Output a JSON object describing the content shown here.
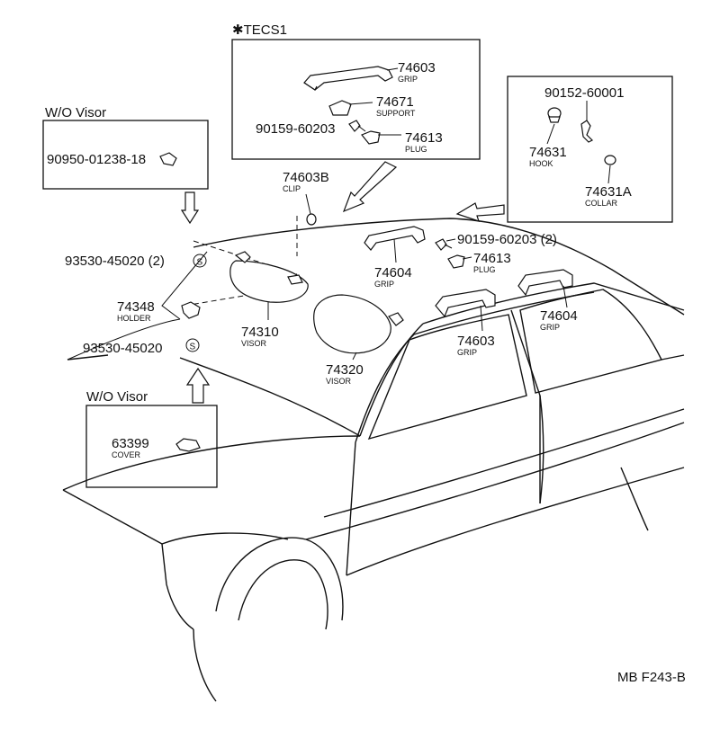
{
  "groups": {
    "tecs1": "✱TECS1",
    "wo_visor_top": "W/O Visor",
    "wo_visor_bottom": "W/O Visor"
  },
  "parts": {
    "p74603_top": {
      "number": "74603",
      "name": "GRIP"
    },
    "p74671": {
      "number": "74671",
      "name": "SUPPORT"
    },
    "p90159_box": {
      "number": "90159-60203"
    },
    "p74613_box": {
      "number": "74613",
      "name": "PLUG"
    },
    "p90152": {
      "number": "90152-60001"
    },
    "p74631": {
      "number": "74631",
      "name": "HOOK"
    },
    "p74631A": {
      "number": "74631A",
      "name": "COLLAR"
    },
    "p90950": {
      "number": "90950-01238-18"
    },
    "p74603B": {
      "number": "74603B",
      "name": "CLIP"
    },
    "p90159_roof": {
      "number": "90159-60203 (2)"
    },
    "p74613_roof": {
      "number": "74613",
      "name": "PLUG"
    },
    "p74604_front": {
      "number": "74604",
      "name": "GRIP"
    },
    "p93530_top": {
      "number": "93530-45020 (2)",
      "symbol": "S"
    },
    "p74348": {
      "number": "74348",
      "name": "HOLDER"
    },
    "p74310": {
      "number": "74310",
      "name": "VISOR"
    },
    "p93530_bottom": {
      "number": "93530-45020",
      "symbol": "S"
    },
    "p74320": {
      "number": "74320",
      "name": "VISOR"
    },
    "p74603_rear": {
      "number": "74603",
      "name": "GRIP"
    },
    "p74604_rear": {
      "number": "74604",
      "name": "GRIP"
    },
    "p63399": {
      "number": "63399",
      "name": "COVER"
    }
  },
  "figure_code": "MB F243-B"
}
